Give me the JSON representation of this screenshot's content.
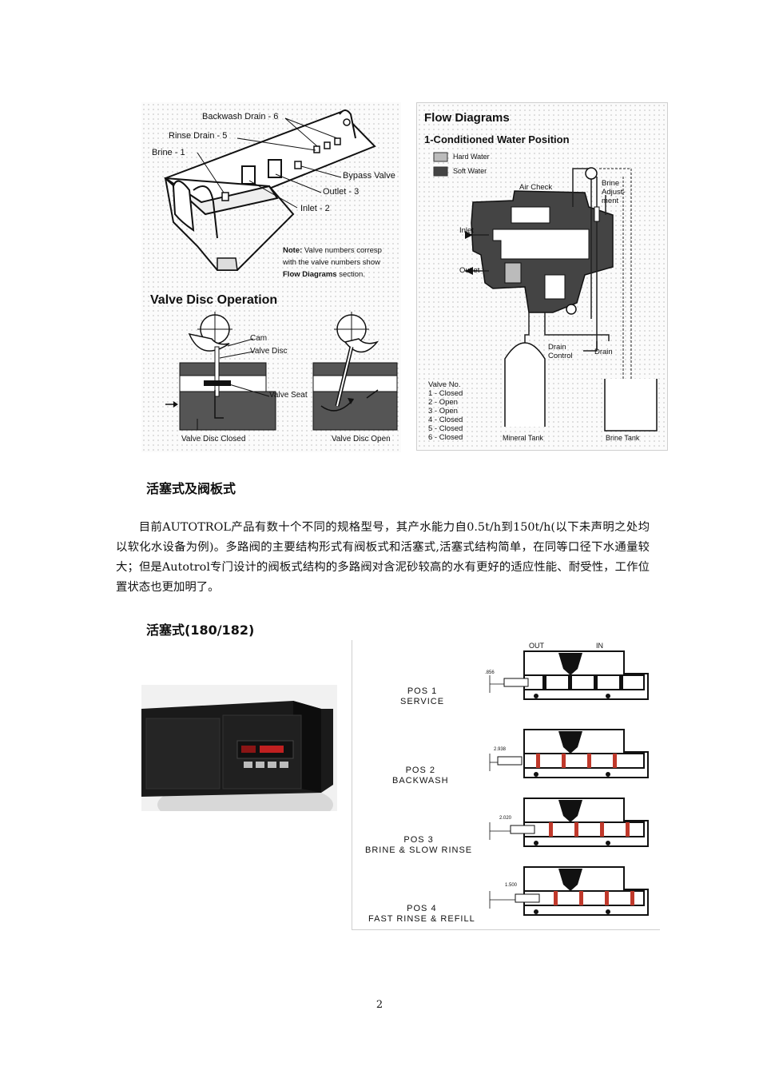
{
  "figure_left": {
    "labels": {
      "backwash_drain": "Backwash Drain - 6",
      "rinse_drain": "Rinse Drain - 5",
      "brine": "Brine - 1",
      "bypass_valve": "Bypass Valve",
      "outlet": "Outlet - 3",
      "inlet": "Inlet - 2",
      "note_bold": "Note:",
      "note_line1": " Valve numbers corresp",
      "note_line2": "with the valve numbers show",
      "note_line3_bold": "Flow Diagrams",
      "note_line3_rest": " section."
    },
    "disc_title": "Valve Disc Operation",
    "disc_labels": {
      "cam": "Cam",
      "valve_disc": "Valve Disc",
      "valve_seat": "Valve Seat",
      "closed": "Valve Disc Closed",
      "open": "Valve Disc Open"
    }
  },
  "figure_right": {
    "title": "Flow Diagrams",
    "subtitle": "1-Conditioned Water Position",
    "legend": [
      "Hard Water",
      "Soft Water"
    ],
    "labels": {
      "air_check": "Air Check",
      "brine_adj_1": "Brine",
      "brine_adj_2": "Adjust-",
      "brine_adj_3": "ment",
      "inlet": "Inlet",
      "outlet": "Outlet",
      "drain_control_1": "Drain",
      "drain_control_2": "Control",
      "drain": "Drain",
      "mineral_tank": "Mineral Tank",
      "brine_tank": "Brine Tank"
    },
    "valve_header": "Valve No.",
    "valve_states": [
      "1 - Closed",
      "2 - Open",
      "3 - Open",
      "4 - Closed",
      "5 - Closed",
      "6 - Closed"
    ]
  },
  "section1": {
    "heading": "活塞式及阀板式",
    "paragraph": "目前AUTOTROL产品有数十个不同的规格型号，其产水能力自0.5t/h到150t/h(以下未声明之处均以软化水设备为例)。多路阀的主要结构形式有阀板式和活塞式,活塞式结构简单，在同等口径下水通量较大；但是Autotrol专门设计的阀板式结构的多路阀对含泥砂较高的水有更好的适应性能、耐受性，工作位置状态也更加明了。"
  },
  "section2": {
    "heading": "活塞式(180/182)"
  },
  "piston_figure": {
    "top_labels": [
      "OUT",
      "IN"
    ],
    "positions": [
      {
        "line1": "POS 1",
        "line2": "SERVICE",
        "dim": ".856"
      },
      {
        "line1": "POS 2",
        "line2": "BACKWASH",
        "dim": "2.938"
      },
      {
        "line1": "POS 3",
        "line2": "BRINE & SLOW RINSE",
        "dim": "2.020"
      },
      {
        "line1": "POS 4",
        "line2": "FAST RINSE & REFILL",
        "dim": "1.500"
      }
    ]
  },
  "page_number": "2"
}
